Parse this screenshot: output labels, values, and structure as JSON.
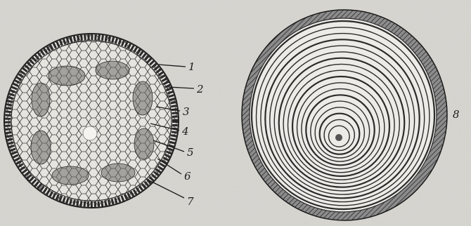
{
  "figure": {
    "left_section": {
      "callouts": [
        {
          "label": "1"
        },
        {
          "label": "2"
        },
        {
          "label": "3"
        },
        {
          "label": "4"
        },
        {
          "label": "5"
        },
        {
          "label": "6"
        },
        {
          "label": "7"
        }
      ]
    },
    "right_section": {
      "label": "8"
    }
  }
}
